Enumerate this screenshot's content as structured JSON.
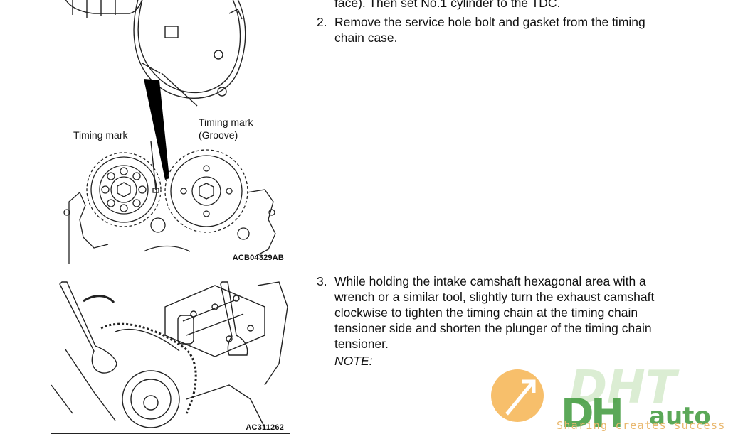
{
  "document": {
    "step_fragment": "face). Then set No.1 cylinder to the TDC.",
    "steps": [
      {
        "number": "2.",
        "text": "Remove the service hole bolt and gasket from the timing chain case."
      },
      {
        "number": "3.",
        "text": "While holding the intake camshaft hexagonal area with a wrench or a similar tool, slightly turn the exhaust camshaft clockwise to tighten the timing chain at the timing chain tensioner side and shorten the plunger of the timing chain tensioner."
      }
    ],
    "note_label": "NOTE:"
  },
  "figures": [
    {
      "code": "ACB04329AB",
      "callouts": {
        "timing_mark_left": "Timing mark",
        "timing_mark_right_line1": "Timing mark",
        "timing_mark_right_line2": "(Groove)"
      }
    },
    {
      "code": "AC311262"
    }
  ],
  "watermark": {
    "logo_letters": "DHT",
    "word": "auto",
    "tagline": "Sharing creates success",
    "colors": {
      "orange": "#f4a93a",
      "green": "#3f9a3c",
      "light_green": "#bfe0b0"
    }
  }
}
